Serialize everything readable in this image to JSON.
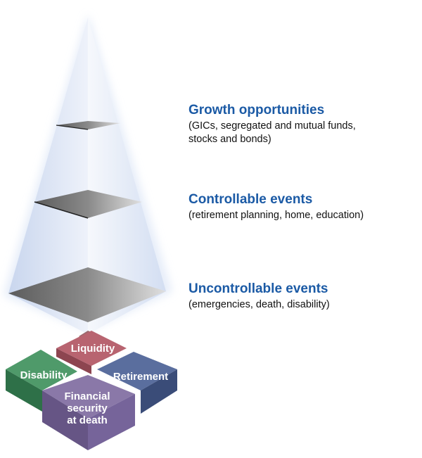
{
  "levels": [
    {
      "title": "Growth opportunities",
      "desc_lines": [
        "(GICs, segregated and mutual funds,",
        "stocks and bonds)"
      ]
    },
    {
      "title": "Controllable events",
      "desc_lines": [
        "(retirement planning, home, education)"
      ]
    },
    {
      "title": "Uncontrollable events",
      "desc_lines": [
        "(emergencies, death, disability)"
      ]
    }
  ],
  "foundation": {
    "liquidity": "Liquidity",
    "disability": "Disability",
    "retirement": "Retirement",
    "financial": [
      "Financial",
      "security",
      "at death"
    ]
  },
  "colors": {
    "heading": "#1b5aa5",
    "liquidity": "#b86470",
    "disability": "#4f9a6a",
    "retirement": "#5a6e9e",
    "financial": "#8a78a8"
  }
}
